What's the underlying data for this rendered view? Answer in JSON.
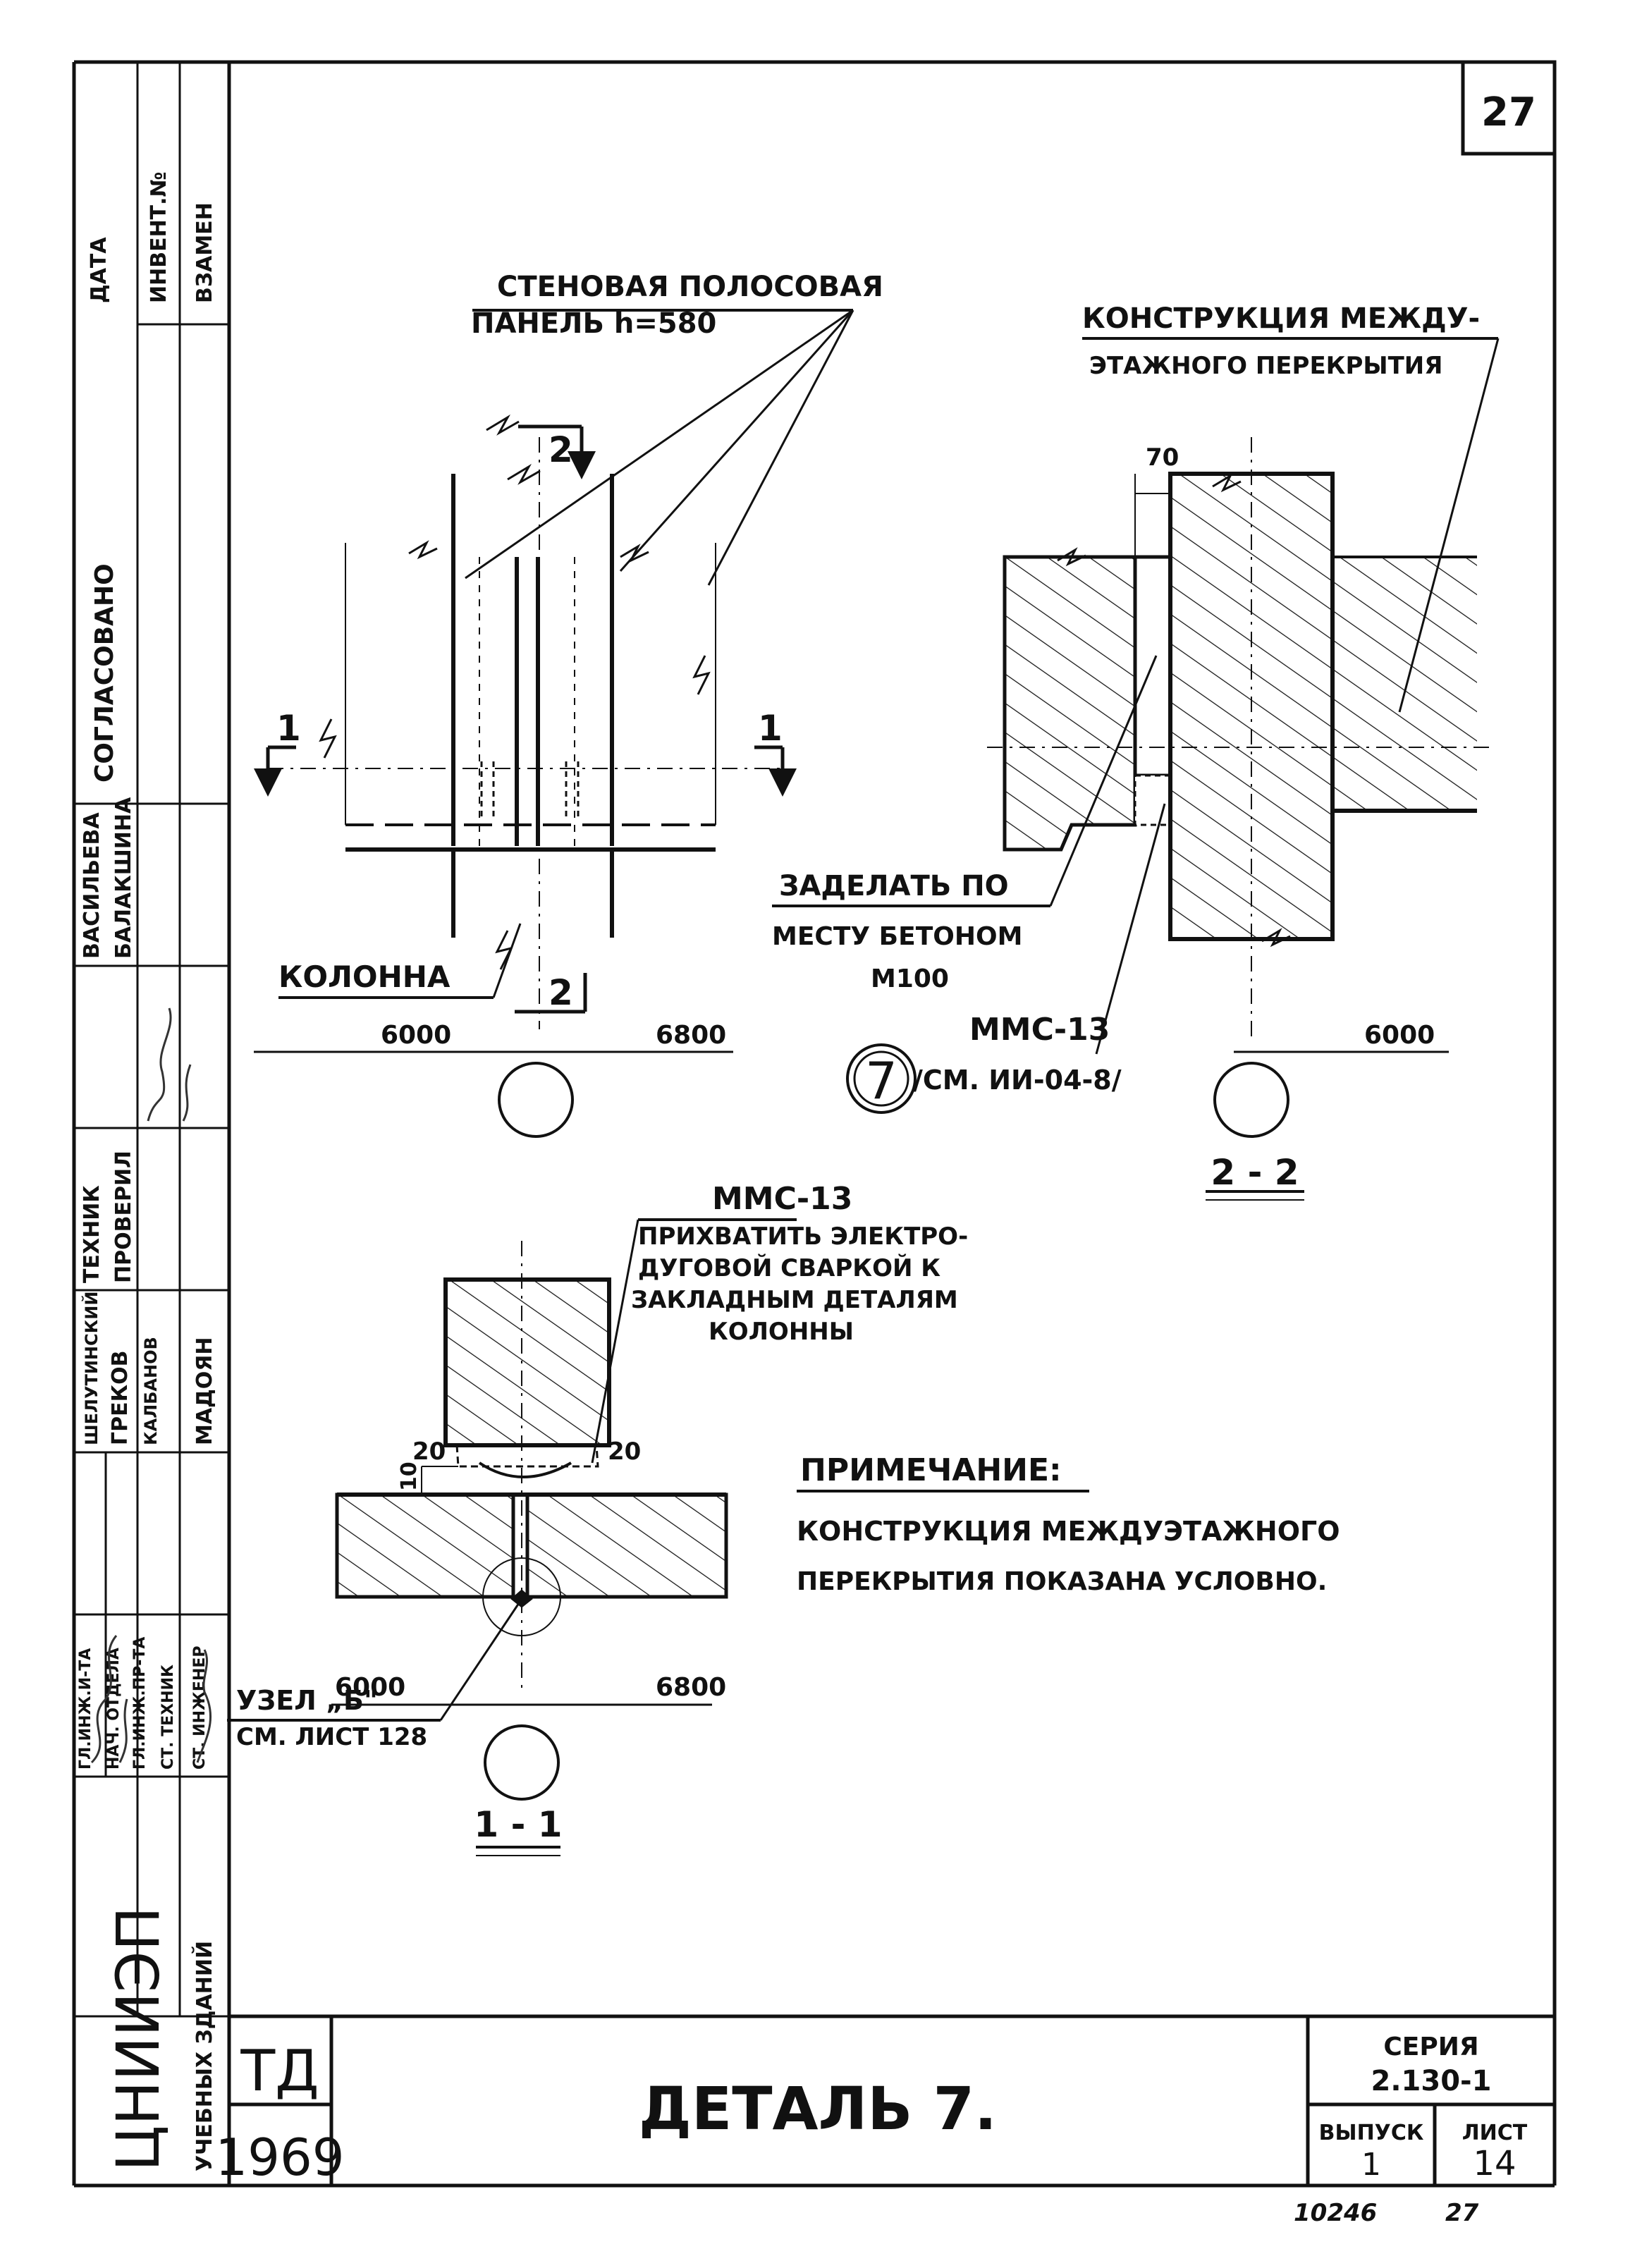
{
  "sheet_number": "27",
  "left_strip": {
    "data": "ДАТА",
    "inv_no": "ИНВЕНТ.№",
    "replace": "ВЗАМЕН",
    "agreed": "СОГЛАСОВАНО",
    "names_top": [
      "ВАСИЛЬЕВА",
      "БАЛАКШИНА"
    ],
    "tech_roles": [
      "ТЕХНИК",
      "ПРОВЕРИЛ"
    ],
    "people_a": [
      "ШЕЛУТИНСКИЙ",
      "ГРЕКОВ",
      "КАЛБАНОВ"
    ],
    "people_b": [
      "МАДОЯН"
    ],
    "roles": [
      "ГЛ.ИНЖ.И-ТА",
      "НАЧ. ОТДЕЛА",
      "ГЛ.ИНЖ.ПР-ТА",
      "СТ. ТЕХНИК",
      "СТ. ИНЖЕНЕР"
    ],
    "org": "ЦНИИЭП",
    "org_sub": "УЧЕБНЫХ ЗДАНИЙ"
  },
  "labels": {
    "panel_l1": "СТЕНОВАЯ ПОЛОСОВАЯ",
    "panel_l2": "ПАНЕЛЬ h=580",
    "floor_l1": "КОНСТРУКЦИЯ МЕЖДУ-",
    "floor_l2": "ЭТАЖНОГО ПЕРЕКРЫТИЯ",
    "seal_l1": "ЗАДЕЛАТЬ ПО",
    "seal_l2": "МЕСТУ БЕТОНОМ",
    "seal_l3": "М100",
    "column": "КОЛОННА",
    "mms_top": "ММС-13",
    "mms_top_ref": "/СМ. ИИ-04-8/",
    "detail_no": "7",
    "mms_bot": "ММС-13",
    "weld_l1": "ПРИХВАТИТЬ ЭЛЕКТРО-",
    "weld_l2": "ДУГОВОЙ СВАРКОЙ К",
    "weld_l3": "ЗАКЛАДНЫМ ДЕТАЛЯМ",
    "weld_l4": "КОЛОННЫ",
    "node_l1": "УЗЕЛ „Б\"",
    "node_l2": "СМ. ЛИСТ 128",
    "note_title": "ПРИМЕЧАНИЕ:",
    "note_l1": "КОНСТРУКЦИЯ МЕЖДУЭТАЖНОГО",
    "note_l2": "ПЕРЕКРЫТИЯ ПОКАЗАНА УСЛОВНО.",
    "sec_2": "2",
    "sec_1": "1",
    "section_22": "2 - 2",
    "section_11": "1 - 1",
    "dim_6000": "6000",
    "dim_6800": "6800",
    "dim_70": "70",
    "dim_10": "10",
    "dim_20": "20"
  },
  "title_block": {
    "td": "ТД",
    "year": "1969",
    "title": "ДЕТАЛЬ 7.",
    "series_label": "СЕРИЯ",
    "series": "2.130-1",
    "issue_label": "ВЫПУСК",
    "issue": "1",
    "sheet_label": "ЛИСТ",
    "sheet": "14",
    "below_left": "10246",
    "below_right": "27"
  }
}
